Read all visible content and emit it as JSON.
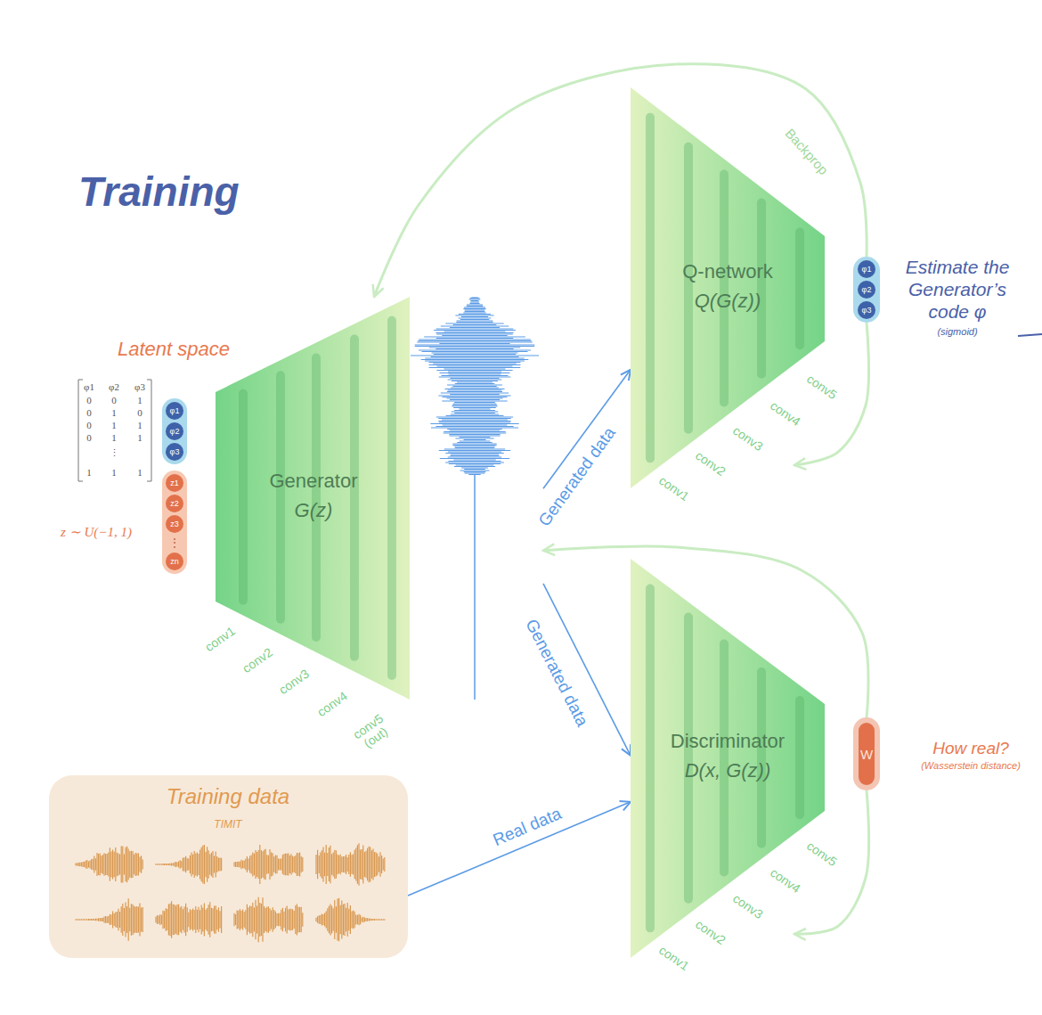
{
  "diagram": {
    "title": "Training",
    "nodes": [
      {
        "text": [
          "φ1",
          "φ2",
          "φ3"
        ]
      },
      {
        "text": [
          "z1",
          "z2",
          "z3",
          "⋮",
          "zn"
        ]
      },
      {
        "text": [
          "Generator",
          "G(z)"
        ]
      },
      {
        "text": [
          "Q-network",
          "Q(G(z))"
        ]
      },
      {
        "text": [
          "φ1",
          "φ2",
          "φ3"
        ]
      },
      {
        "text": [
          "Discriminator",
          "D(x, G(z))"
        ]
      },
      {
        "text": [
          "W"
        ]
      },
      {
        "text": [
          "Training data",
          "TIMIT"
        ]
      }
    ],
    "edges": [
      {
        "from": 2,
        "to": 3,
        "label": "Generated data",
        "arrow": "to"
      },
      {
        "from": 2,
        "to": 5,
        "label": "Generated data",
        "arrow": "to"
      },
      {
        "from": 7,
        "to": 5,
        "label": "Real data",
        "arrow": "to"
      },
      {
        "from": 4,
        "to": 2,
        "label": "Backprop",
        "arrow": "to"
      },
      {
        "from": 6,
        "to": 2,
        "arrow": "to"
      },
      {
        "from": 4,
        "to": 3,
        "arrow": "to"
      },
      {
        "from": 6,
        "to": 5,
        "arrow": "to"
      }
    ],
    "labels": [
      "Latent space",
      "φ1",
      "φ2",
      "φ3",
      "0",
      "0",
      "1",
      "0",
      "1",
      "0",
      "0",
      "1",
      "1",
      "0",
      "1",
      "1",
      "⋮",
      "1",
      "1",
      "1",
      "z ∼ U(−1, 1)",
      "conv1",
      "conv2",
      "conv3",
      "conv4",
      "conv5 (out)",
      "conv1",
      "conv2",
      "conv3",
      "conv4",
      "conv5",
      "conv1",
      "conv2",
      "conv3",
      "conv4",
      "conv5",
      "Estimate the Generator’s code φ",
      "(sigmoid)",
      "How real?",
      "(Wasserstein distance)"
    ]
  }
}
